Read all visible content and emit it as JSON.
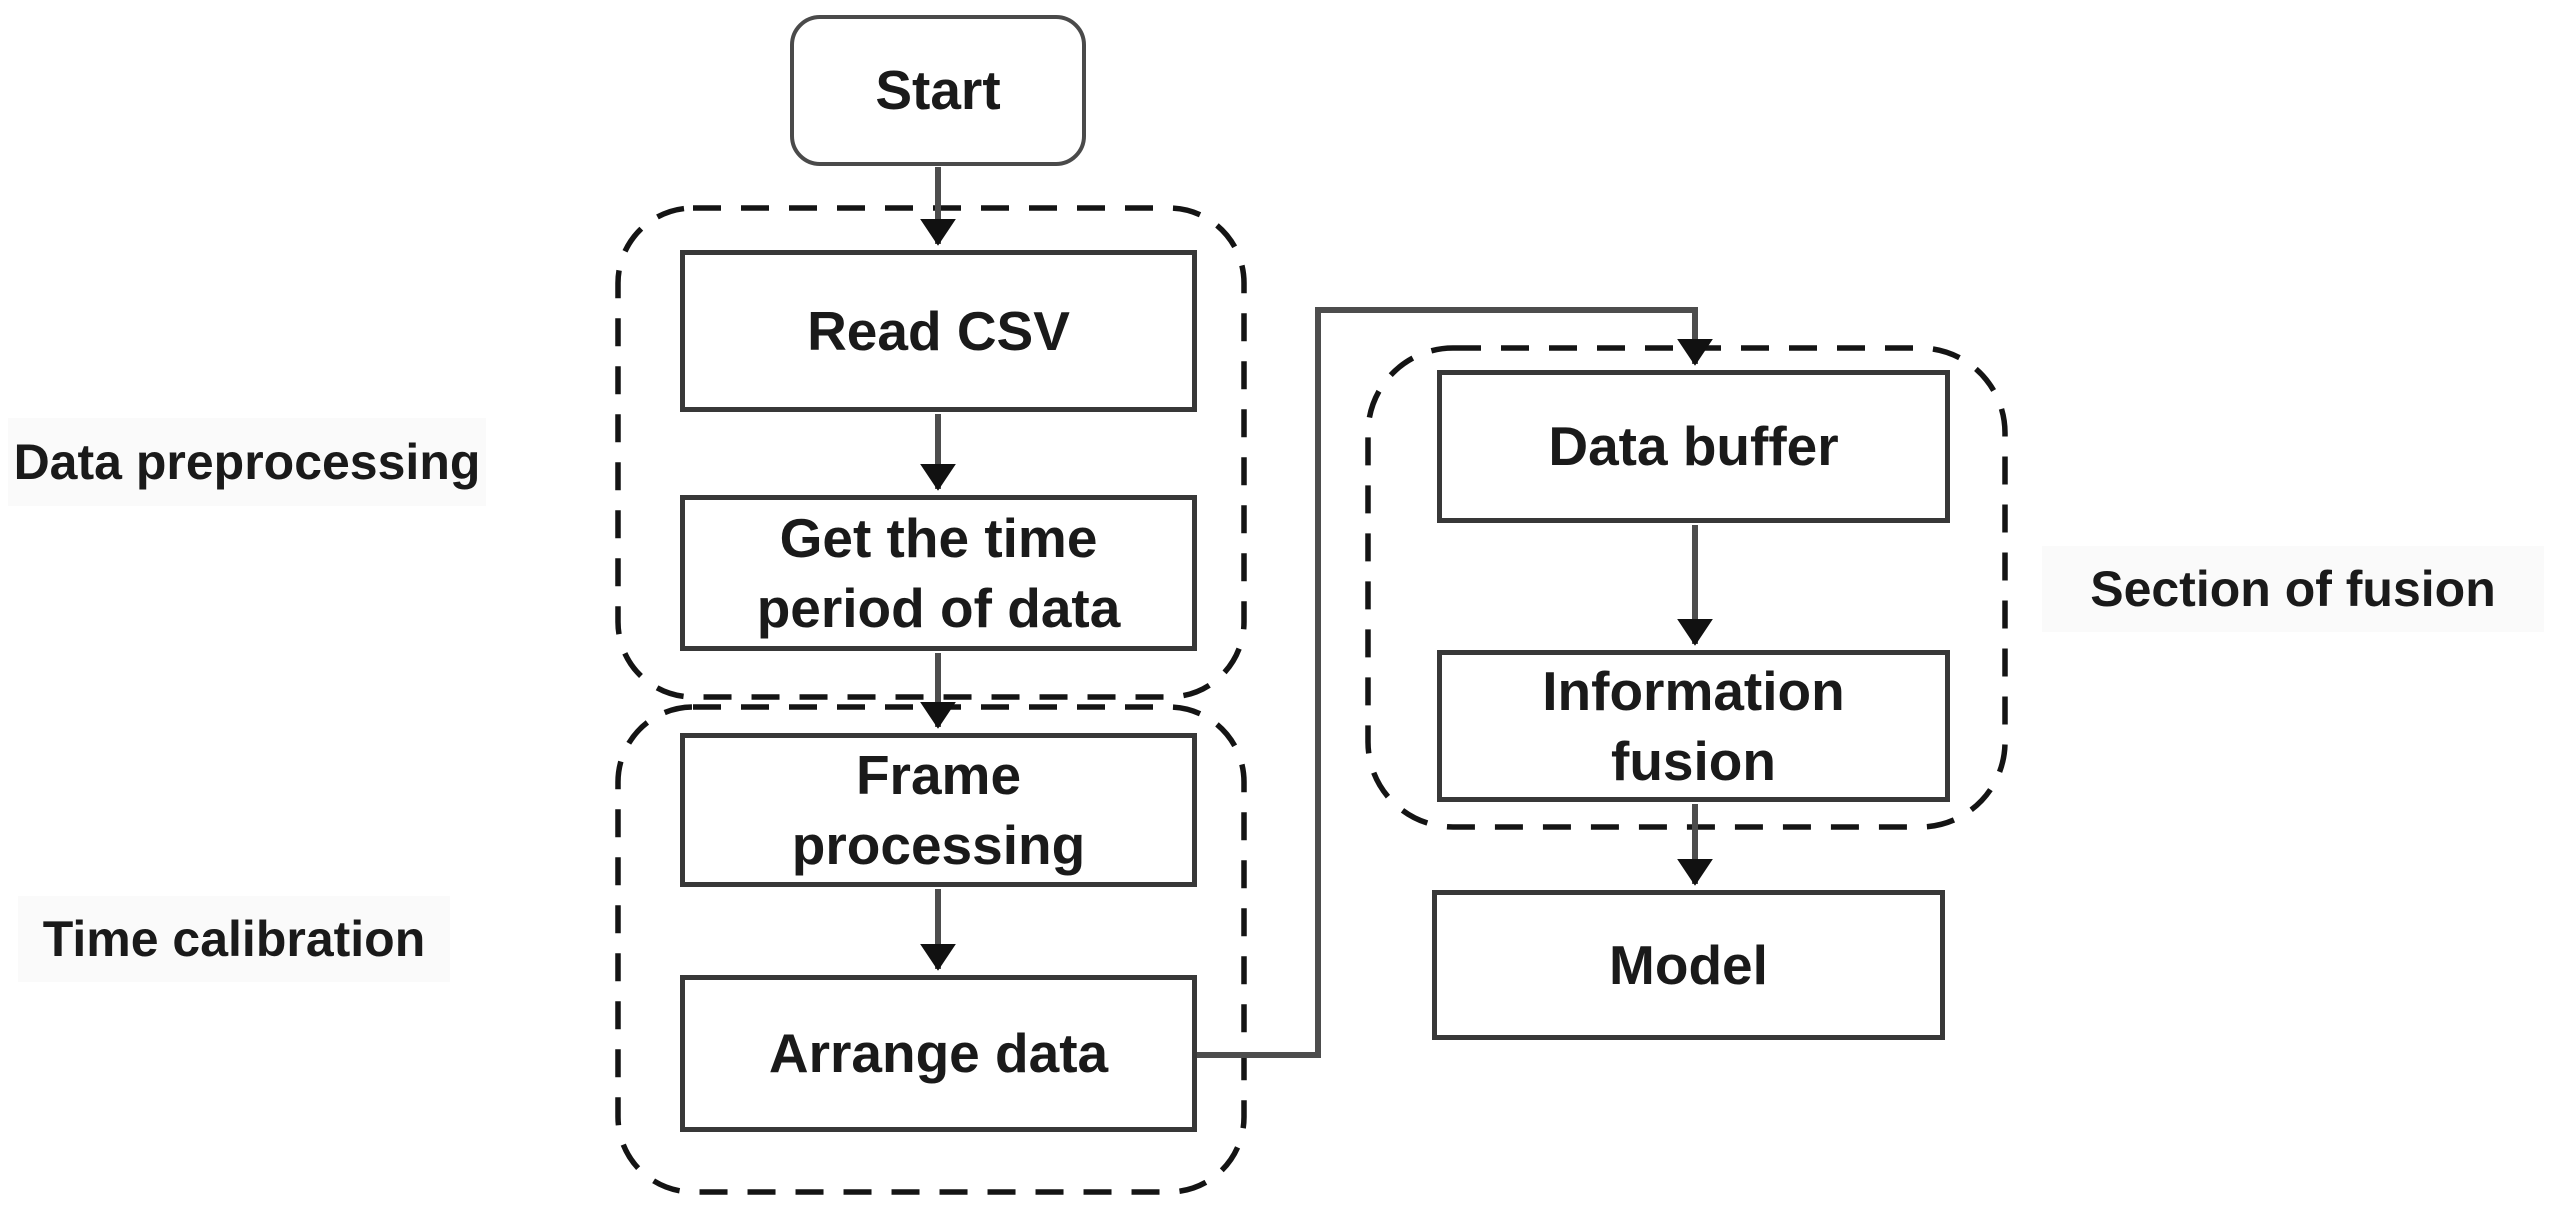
{
  "nodes": {
    "start": "Start",
    "read_csv": "Read CSV",
    "get_time_period": "Get the time period of data",
    "frame_processing": "Frame processing",
    "arrange_data": "Arrange data",
    "data_buffer": "Data buffer",
    "information_fusion": "Information fusion",
    "model": "Model"
  },
  "sections": {
    "preprocessing": {
      "label": "Data preprocessing",
      "contains": [
        "Read CSV",
        "Get the time period of data"
      ]
    },
    "time_calibration": {
      "label": "Time calibration",
      "contains": [
        "Frame processing",
        "Arrange data"
      ]
    },
    "fusion": {
      "label": "Section of fusion",
      "contains": [
        "Data buffer",
        "Information fusion"
      ]
    }
  },
  "edges": [
    {
      "from": "Start",
      "to": "Read CSV"
    },
    {
      "from": "Read CSV",
      "to": "Get the time period of data"
    },
    {
      "from": "Get the time period of data",
      "to": "Frame processing"
    },
    {
      "from": "Frame processing",
      "to": "Arrange data"
    },
    {
      "from": "Arrange data",
      "to": "Data buffer"
    },
    {
      "from": "Data buffer",
      "to": "Information fusion"
    },
    {
      "from": "Information fusion",
      "to": "Model"
    }
  ],
  "colors": {
    "background": "#ffffff",
    "text": "#1a1a1a",
    "box_border": "#383838",
    "dashed_outline": "#141414",
    "arrow_shaft": "#4d4d4d",
    "arrow_head": "#111111",
    "label_highlight": "#fafafa"
  }
}
